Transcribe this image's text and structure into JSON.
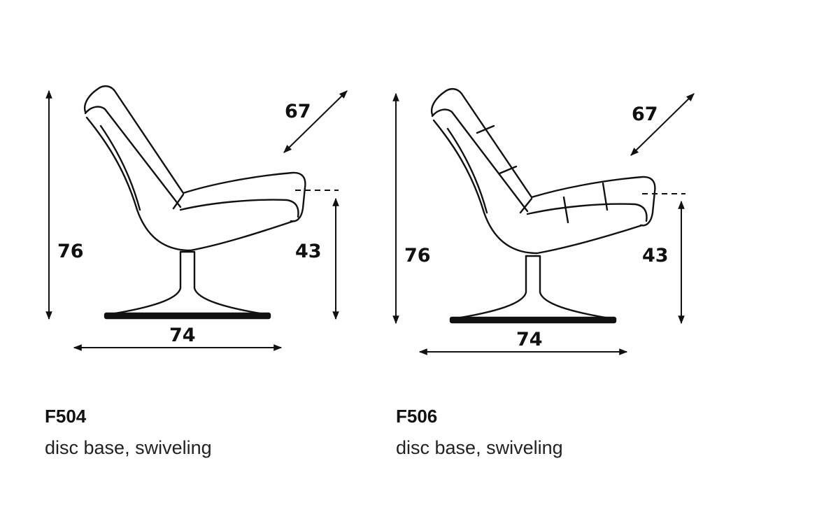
{
  "products": [
    {
      "code": "F504",
      "description": "disc base, swiveling",
      "dimensions": {
        "height": "76",
        "depth": "67",
        "seat_height": "43",
        "width": "74"
      }
    },
    {
      "code": "F506",
      "description": "disc base, swiveling",
      "dimensions": {
        "height": "76",
        "depth": "67",
        "seat_height": "43",
        "width": "74"
      }
    }
  ],
  "colors": {
    "line": "#111111",
    "background": "#ffffff"
  }
}
